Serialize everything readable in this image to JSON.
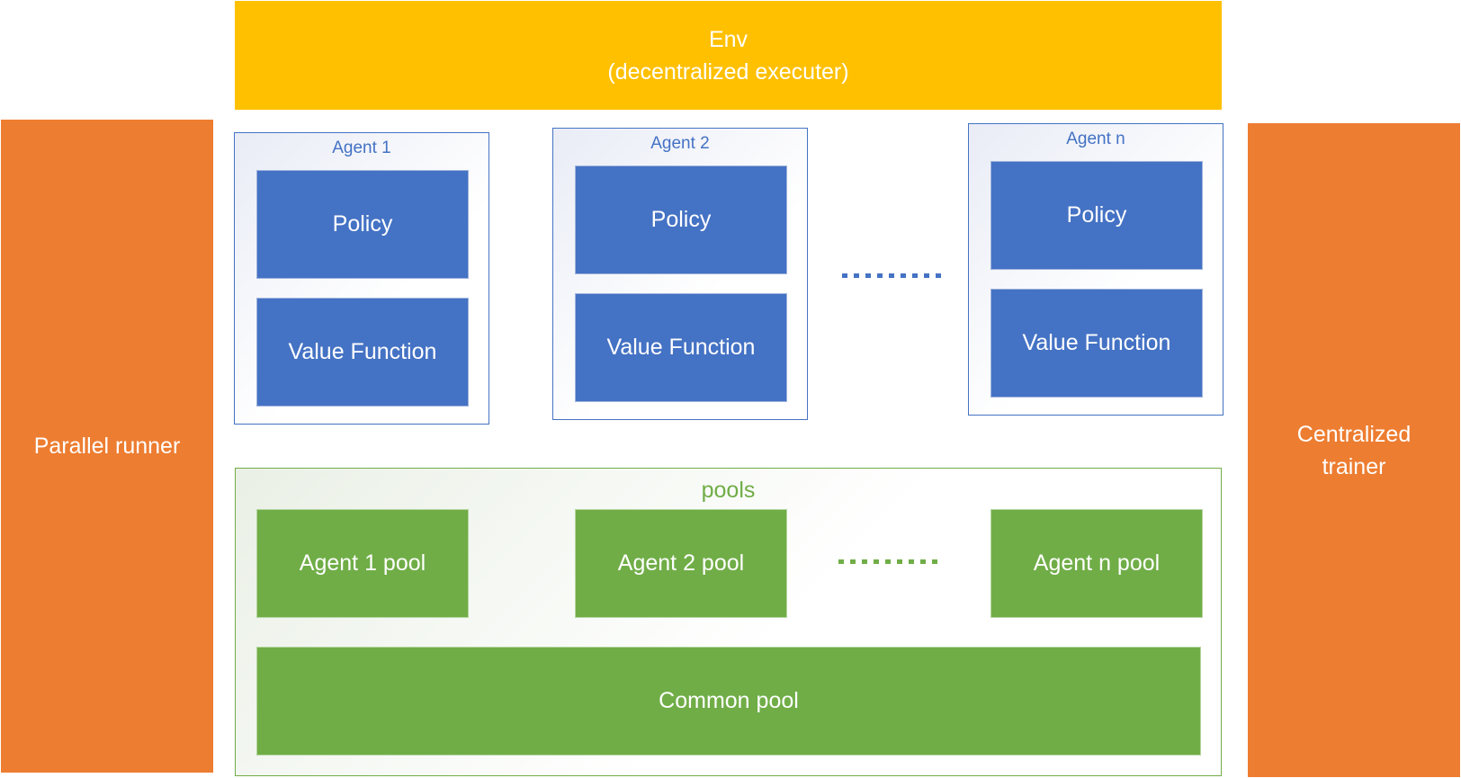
{
  "env": {
    "title": "Env",
    "subtitle": "(decentralized executer)"
  },
  "parallel_runner": {
    "label": "Parallel runner"
  },
  "centralized_trainer": {
    "line1": "Centralized",
    "line2": "trainer"
  },
  "agents": [
    {
      "title": "Agent 1",
      "policy": "Policy",
      "value_function": "Value Function"
    },
    {
      "title": "Agent 2",
      "policy": "Policy",
      "value_function": "Value Function"
    },
    {
      "title": "Agent n",
      "policy": "Policy",
      "value_function": "Value Function"
    }
  ],
  "pools": {
    "title": "pools",
    "agent_pools": [
      "Agent 1 pool",
      "Agent 2 pool",
      "Agent n pool"
    ],
    "common_pool": "Common pool"
  },
  "colors": {
    "env": "#ffc000",
    "side_blocks": "#ed7d31",
    "agent_blue": "#4472c4",
    "pool_green": "#70ad47"
  }
}
